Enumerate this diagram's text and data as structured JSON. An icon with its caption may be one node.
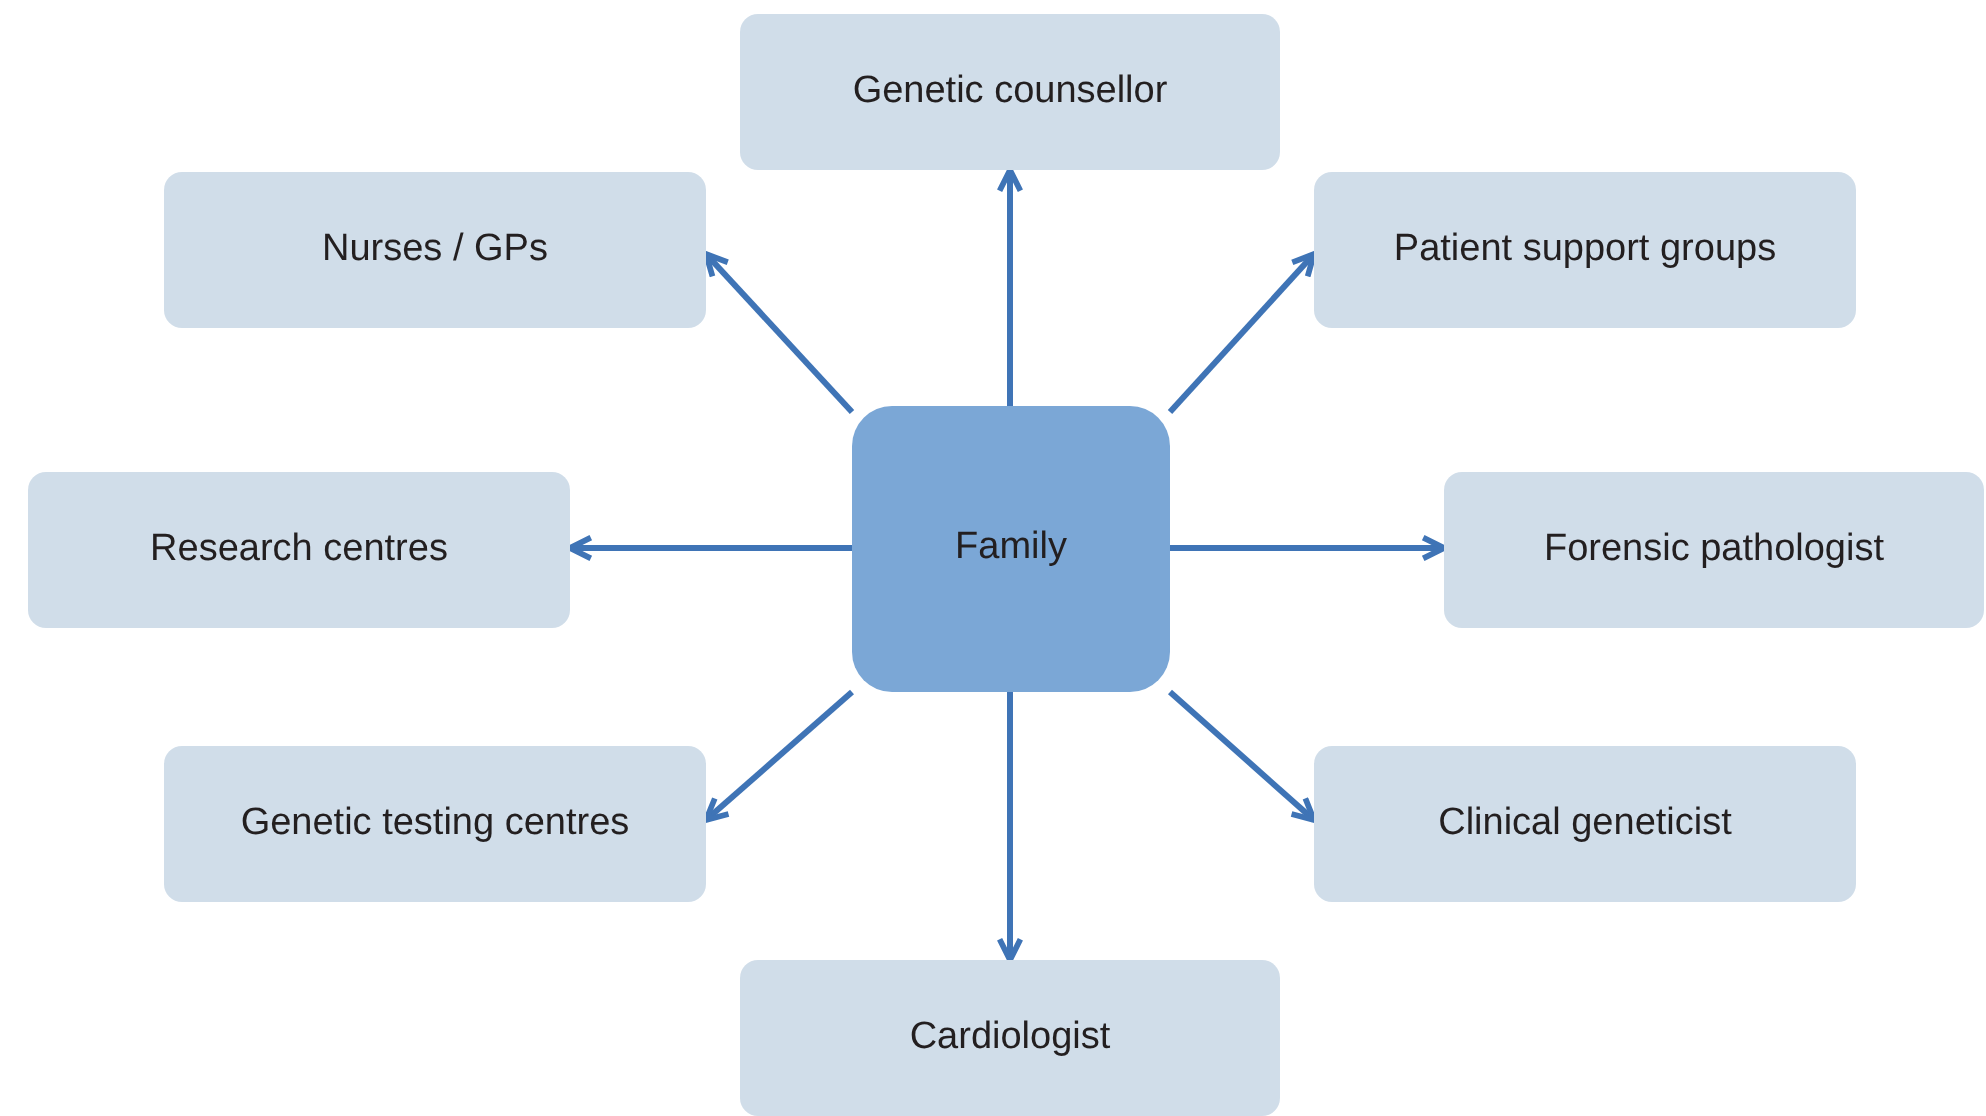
{
  "diagram": {
    "nodes": [
      {
        "text": [
          "Genetic counsellor"
        ]
      },
      {
        "text": [
          "Nurses / GPs"
        ]
      },
      {
        "text": [
          "Patient support groups"
        ]
      },
      {
        "text": [
          "Research centres"
        ]
      },
      {
        "text": [
          "Family"
        ]
      },
      {
        "text": [
          "Forensic pathologist"
        ]
      },
      {
        "text": [
          "Genetic testing centres"
        ]
      },
      {
        "text": [
          "Clinical geneticist"
        ]
      },
      {
        "text": [
          "Cardiologist"
        ]
      }
    ],
    "edges": [
      {
        "from": 4,
        "to": 0,
        "arrow": "to"
      },
      {
        "from": 4,
        "to": 1,
        "arrow": "to"
      },
      {
        "from": 4,
        "to": 2,
        "arrow": "to"
      },
      {
        "from": 4,
        "to": 3,
        "arrow": "to"
      },
      {
        "from": 4,
        "to": 5,
        "arrow": "to"
      },
      {
        "from": 4,
        "to": 6,
        "arrow": "to"
      },
      {
        "from": 4,
        "to": 7,
        "arrow": "to"
      },
      {
        "from": 4,
        "to": 8,
        "arrow": "to"
      }
    ]
  }
}
